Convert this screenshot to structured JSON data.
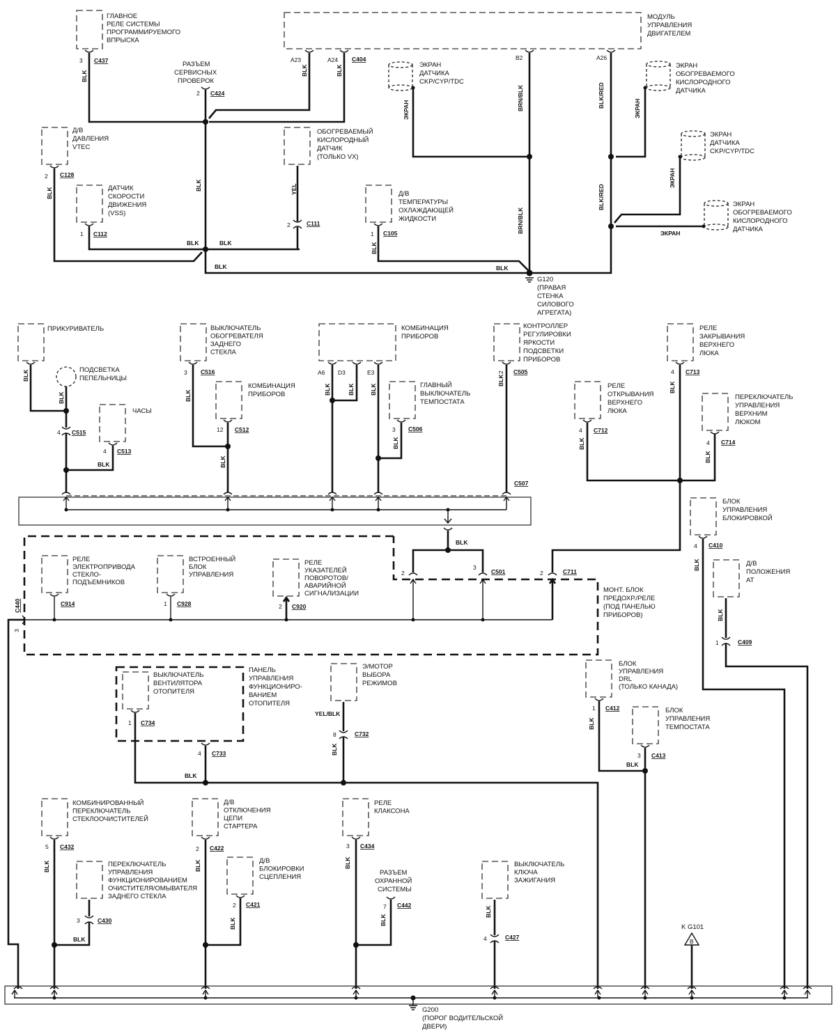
{
  "components": {
    "main_relay": [
      "ГЛАВНОЕ",
      "РЕЛЕ СИСТЕМЫ",
      "ПРОГРАММИРУЕМОГО",
      "ВПРЫСКА"
    ],
    "ecm": [
      "МОДУЛЬ",
      "УПРАВЛЕНИЯ",
      "ДВИГАТЕЛЕМ"
    ],
    "service_check": [
      "РАЗЪЕМ",
      "СЕРВИСНЫХ",
      "ПРОВЕРОК"
    ],
    "shield_ckp_1": [
      "ЭКРАН",
      "ДАТЧИКА",
      "CKP/CYP/TDC"
    ],
    "shield_ho2s_1": [
      "ЭКРАН",
      "ОБОГРЕВАЕМОГО",
      "КИСЛОРОДНОГО",
      "ДАТЧИКА"
    ],
    "vtec_pressure": [
      "Д/В",
      "ДАВЛЕНИЯ",
      "VTEC"
    ],
    "ho2s": [
      "ОБОГРЕВАЕМЫЙ",
      "КИСЛОРОДНЫЙ",
      "ДАТЧИК",
      "(ТОЛЬКО VX)"
    ],
    "shield_ckp_2": [
      "ЭКРАН",
      "ДАТЧИКА",
      "CKP/CYP/TDC"
    ],
    "vss": [
      "ДАТЧИК",
      "СКОРОСТИ",
      "ДВИЖЕНИЯ",
      "(VSS)"
    ],
    "ect": [
      "Д/В",
      "ТЕМПЕРАТУРЫ",
      "ОХЛАЖДАЮЩЕЙ",
      "ЖИДКОСТИ"
    ],
    "shield_ho2s_2": [
      "ЭКРАН",
      "ОБОГРЕВАЕМОГО",
      "КИСЛОРОДНОГО",
      "ДАТЧИКА"
    ],
    "g120": [
      "G120",
      "(ПРАВАЯ",
      "СТЕНКА",
      "СИЛОВОГО",
      "АГРЕГАТА)"
    ],
    "cigar_lighter": [
      "ПРИКУРИВАТЕЛЬ"
    ],
    "ashtray_light": [
      "ПОДСВЕТКА",
      "ПЕПЕЛЬНИЦЫ"
    ],
    "clock": [
      "ЧАСЫ"
    ],
    "rear_defog_switch": [
      "ВЫКЛЮЧАТЕЛЬ",
      "ОБОГРЕВАТЕЛЯ",
      "ЗАДНЕГО",
      "СТЕКЛА"
    ],
    "gauge_assy_small": [
      "КОМБИНАЦИЯ",
      "ПРИБОРОВ"
    ],
    "gauge_assy": [
      "КОМБИНАЦИЯ",
      "ПРИБОРОВ"
    ],
    "cruise_main_switch": [
      "ГЛАВНЫЙ",
      "ВЫКЛЮЧАТЕЛЬ",
      "ТЕМПОСТАТА"
    ],
    "dimmer_controller": [
      "КОНТРОЛЛЕР",
      "РЕГУЛИРОВКИ",
      "ЯРКОСТИ",
      "ПОДСВЕТКИ",
      "ПРИБОРОВ"
    ],
    "moonroof_close_relay": [
      "РЕЛЕ",
      "ЗАКРЫВАНИЯ",
      "ВЕРХНЕГО",
      "ЛЮКА"
    ],
    "moonroof_open_relay": [
      "РЕЛЕ",
      "ОТКРЫВАНИЯ",
      "ВЕРХНЕГО",
      "ЛЮКА"
    ],
    "moonroof_switch": [
      "ПЕРЕКЛЮЧАТЕЛЬ",
      "УПРАВЛЕНИЯ",
      "ВЕРХНИМ",
      "ЛЮКОМ"
    ],
    "interlock_unit": [
      "БЛОК",
      "УПРАВЛЕНИЯ",
      "БЛОКИРОВКОЙ"
    ],
    "power_window_relay": [
      "РЕЛЕ",
      "ЭЛЕКТРОПРИВОДА",
      "СТЕКЛО-",
      "ПОДЪЕМНИКОВ"
    ],
    "integrated_control": [
      "ВСТРОЕННЫЙ",
      "БЛОК",
      "УПРАВЛЕНИЯ"
    ],
    "turn_hazard_relay": [
      "РЕЛЕ",
      "УКАЗАТЕЛЕЙ",
      "ПОВОРОТОВ/",
      "АВАРИЙНОЙ",
      "СИГНАЛИЗАЦИИ"
    ],
    "fuse_box": [
      "МОНТ. БЛОК",
      "ПРЕДОХР./РЕЛЕ",
      "(ПОД ПАНЕЛЬЮ",
      "ПРИБОРОВ)"
    ],
    "at_position": [
      "Д/В",
      "ПОЛОЖЕНИЯ",
      "АТ"
    ],
    "heater_fan_switch": [
      "ВЫКЛЮЧАТЕЛЬ",
      "ВЕНТИЛЯТОРА",
      "ОТОПИТЕЛЯ"
    ],
    "heater_control_panel": [
      "ПАНЕЛЬ",
      "УПРАВЛЕНИЯ",
      "ФУНКЦИОНИРО-",
      "ВАНИЕМ",
      "ОТОПИТЕЛЯ"
    ],
    "mode_motor": [
      "Э/МОТОР",
      "ВЫБОРА",
      "РЕЖИМОВ"
    ],
    "drl_unit": [
      "БЛОК",
      "УПРАВЛЕНИЯ",
      "DRL",
      "(ТОЛЬКО КАНАДА)"
    ],
    "cruise_unit": [
      "БЛОК",
      "УПРАВЛЕНИЯ",
      "ТЕМПОСТАТА"
    ],
    "wiper_switch": [
      "КОМБИНИРОВАННЫЙ",
      "ПЕРЕКЛЮЧАТЕЛЬ",
      "СТЕКЛООЧИСТИТЕЛЕЙ"
    ],
    "rear_wiper_switch": [
      "ПЕРЕКЛЮЧАТЕЛЬ",
      "УПРАВЛЕНИЯ",
      "ФУНКЦИОНИРОВАНИЕМ",
      "ОЧИСТИТЕЛЯ/ОМЫВАТЕЛЯ",
      "ЗАДНЕГО СТЕКЛА"
    ],
    "starter_cut": [
      "Д/В",
      "ОТКЛЮЧЕНИЯ",
      "ЦЕПИ",
      "СТАРТЕРА"
    ],
    "clutch_interlock": [
      "Д/В",
      "БЛОКИРОВКИ",
      "СЦЕПЛЕНИЯ"
    ],
    "horn_relay": [
      "РЕЛЕ",
      "КЛАКСОНА"
    ],
    "security_connector": [
      "РАЗЪЕМ",
      "ОХРАННОЙ",
      "СИСТЕМЫ"
    ],
    "ignition_switch": [
      "ВЫКЛЮЧАТЕЛЬ",
      "КЛЮЧА",
      "ЗАЖИГАНИЯ"
    ],
    "g200": [
      "G200",
      "(ПОРОГ ВОДИТЕЛЬСКОЙ",
      "ДВЕРИ)"
    ]
  },
  "connectors": {
    "c437": "C437",
    "c424": "C424",
    "c404": "C404",
    "c128": "C128",
    "c112": "C112",
    "c111": "C111",
    "c105": "C105",
    "c516": "C516",
    "c515": "C515",
    "c513": "C513",
    "c512": "C512",
    "c506": "C506",
    "c505": "C505",
    "c507": "C507",
    "c713": "C713",
    "c712": "C712",
    "c714": "C714",
    "c410": "C410",
    "c501": "C501",
    "c711": "C711",
    "c440": "C440",
    "c914": "C914",
    "c928": "C928",
    "c920": "C920",
    "c409": "C409",
    "c734": "C734",
    "c733": "C733",
    "c732": "C732",
    "c412": "C412",
    "c413": "C413",
    "c432": "C432",
    "c430": "C430",
    "c422": "C422",
    "c421": "C421",
    "c434": "C434",
    "c442": "C442",
    "c427": "C427"
  },
  "pins": {
    "c437": "3",
    "c424": "2",
    "ecm_a23": "A23",
    "ecm_a24": "A24",
    "ecm_b2": "B2",
    "ecm_a26": "A26",
    "c128": "2",
    "c112": "1",
    "c111": "2",
    "c105": "1",
    "c516": "3",
    "c515": "4",
    "c513": "4",
    "c512": "12",
    "gauge_a6": "A6",
    "gauge_d3": "D3",
    "gauge_e3": "E3",
    "c506": "3",
    "c505": "2",
    "c713": "4",
    "c712": "4",
    "c714": "4",
    "c410": "4",
    "c501_a": "2",
    "c501_b": "3",
    "c711": "2",
    "c440": "3",
    "c928": "1",
    "c920": "2",
    "c409": "1",
    "c734": "1",
    "c733": "4",
    "c732": "8",
    "c412": "1",
    "c413": "3",
    "c432": "5",
    "c430": "3",
    "c422": "2",
    "c421": "2",
    "c434": "3",
    "c442": "7",
    "c427": "4"
  },
  "wire_colors": {
    "blk": "BLK",
    "yel": "YEL",
    "brn_blk": "BRN/BLK",
    "blk_red": "BLK/RED",
    "yel_blk": "YEL/BLK",
    "shield": "ЭКРАН"
  },
  "ground_ref": {
    "label": "K G101",
    "symbol": "B"
  }
}
